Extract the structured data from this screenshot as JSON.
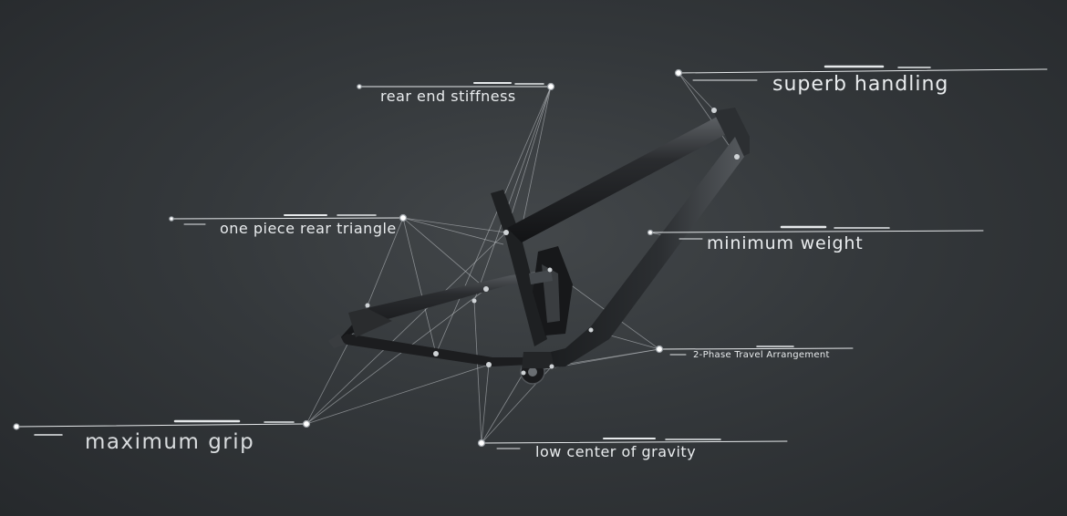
{
  "callouts": {
    "rear_end_stiffness": "rear end stiffness",
    "superb_handling": "superb handling",
    "one_piece_rear_triangle": "one piece rear triangle",
    "minimum_weight": "minimum weight",
    "two_phase_travel": "2-Phase Travel Arrangement",
    "maximum_grip": "maximum grip",
    "low_center_of_gravity": "low center of gravity"
  },
  "colors": {
    "background": "#34383b",
    "frame": "#1a1b1d",
    "frame_highlight": "#8a8e92",
    "callout_line": "#c8ccd0",
    "text": "#e9ecee"
  }
}
